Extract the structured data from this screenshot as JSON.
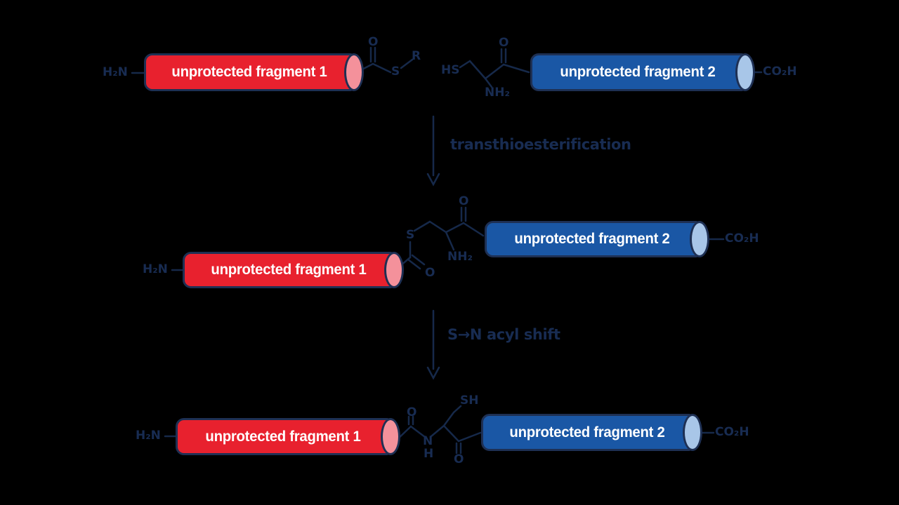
{
  "fragments": {
    "fragment1": "unprotected fragment 1",
    "fragment2": "unprotected fragment 2"
  },
  "steps": {
    "step1": "transthioesterification",
    "step2": "S→N acyl shift"
  },
  "chem": {
    "h2n": "H₂N",
    "co2h": "CO₂H",
    "o": "O",
    "s": "S",
    "r": "R",
    "hs": "HS",
    "nh2": "NH₂",
    "sh": "SH",
    "n": "N",
    "h": "H"
  },
  "colors": {
    "background": "#000000",
    "fragment1_body": "#e8212e",
    "fragment1_cap": "#f4919b",
    "fragment2_body": "#1a57a5",
    "fragment2_cap": "#a8c6e8",
    "cylinder_outline": "#1e3054",
    "line_art": "#16294a",
    "chem_text": "#182c52",
    "cylinder_text": "#ffffff"
  }
}
